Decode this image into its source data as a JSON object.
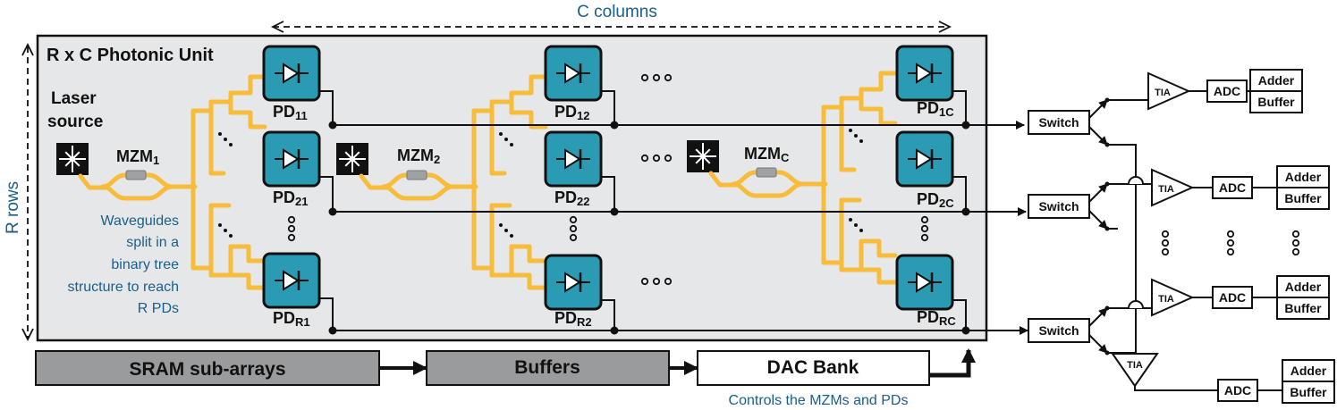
{
  "unit": {
    "title": "R x C Photonic Unit",
    "columns_label": "C columns",
    "rows_label": "R rows"
  },
  "laser": {
    "line1": "Laser",
    "line2": "source"
  },
  "mzm": [
    {
      "base": "MZM",
      "sub": "1"
    },
    {
      "base": "MZM",
      "sub": "2"
    },
    {
      "base": "MZM",
      "sub": "C"
    }
  ],
  "waveguide_note": [
    "Waveguides",
    "split in a",
    "binary tree",
    "structure to reach",
    "R PDs"
  ],
  "pds": [
    {
      "base": "PD",
      "sub": "11"
    },
    {
      "base": "PD",
      "sub": "21"
    },
    {
      "base": "PD",
      "sub": "R1"
    },
    {
      "base": "PD",
      "sub": "12"
    },
    {
      "base": "PD",
      "sub": "22"
    },
    {
      "base": "PD",
      "sub": "R2"
    },
    {
      "base": "PD",
      "sub": "1C"
    },
    {
      "base": "PD",
      "sub": "2C"
    },
    {
      "base": "PD",
      "sub": "RC"
    }
  ],
  "pipeline": {
    "sram": "SRAM sub-arrays",
    "buffers": "Buffers",
    "dac": "DAC Bank",
    "dac_note": "Controls the MZMs and PDs"
  },
  "readout": {
    "switch": "Switch",
    "tia": "TIA",
    "adc": "ADC",
    "adder": "Adder",
    "buffer": "Buffer"
  },
  "colors": {
    "waveguide": "#f7bd3a",
    "photodetector": "#2a9bb3",
    "unit_bg": "#e6e7e8",
    "pipeline_gray": "#9a9b9d",
    "note_text": "#1b5e8a"
  }
}
